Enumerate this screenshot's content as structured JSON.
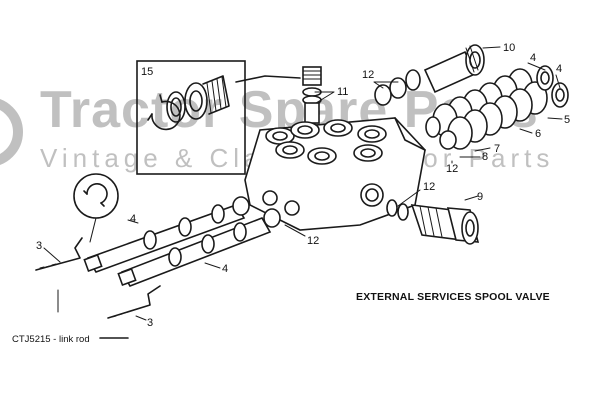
{
  "diagram": {
    "title": "EXTERNAL SERVICES SPOOL VALVE",
    "caption": "CTJ5215 - link rod",
    "labels": {
      "l15": "15",
      "l10": "10",
      "l4a": "4",
      "l4b": "4",
      "l12a": "12",
      "l11": "11",
      "l5": "5",
      "l6": "6",
      "l7": "7",
      "l8": "8",
      "l12b": "12",
      "l12c": "12",
      "l9": "9",
      "l12d": "12",
      "l4c": "4",
      "l4d": "4",
      "l3a": "3",
      "l3b": "3"
    }
  },
  "watermark": {
    "line1": "Tractor Spare Parts",
    "line2": "Vintage & Classic Tractor Parts"
  }
}
